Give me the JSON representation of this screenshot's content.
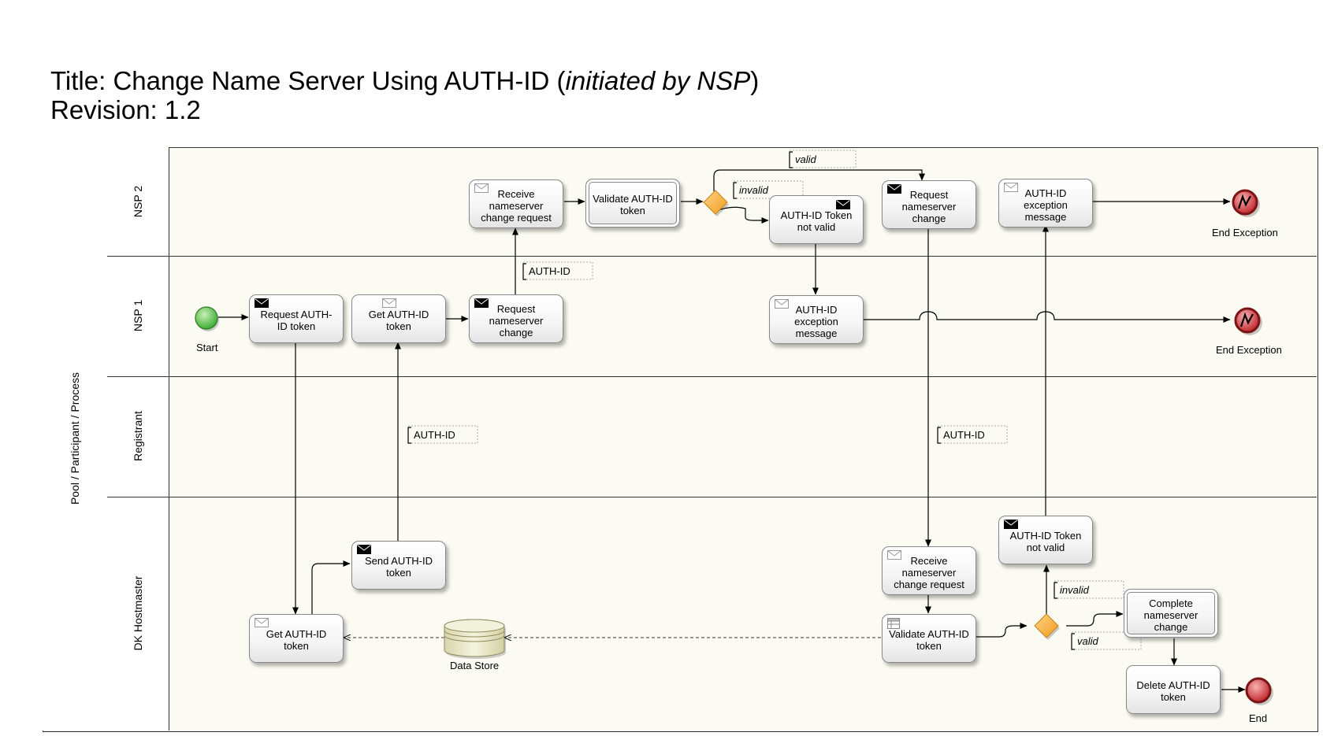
{
  "title": {
    "prefix": "Title: Change Name Server Using AUTH-ID (",
    "italic": "initiated by NSP",
    "suffix": ")",
    "revision": "Revision: 1.2"
  },
  "pool": {
    "label": "Pool / Participant / Process"
  },
  "lanes": {
    "nsp2": "NSP 2",
    "nsp1": "NSP 1",
    "registrant": "Registrant",
    "dk": "DK Hostmaster"
  },
  "tasks": {
    "request_token": "Request AUTH-ID token",
    "get_token_nsp1": "Get AUTH-ID token",
    "request_change_nsp1": "Request nameserver change",
    "receive_request_nsp2": "Receive nameserver change request",
    "validate_nsp2": "Validate AUTH-ID token",
    "not_valid_nsp2": "AUTH-ID Token not valid",
    "request_change_nsp2": "Request nameserver change",
    "exception_msg_nsp2": "AUTH-ID exception message",
    "exception_msg_nsp1": "AUTH-ID exception message",
    "get_token_dk": "Get AUTH-ID token",
    "send_token_dk": "Send AUTH-ID token",
    "receive_request_dk": "Receive nameserver change request",
    "validate_dk": "Validate AUTH-ID token",
    "not_valid_dk": "AUTH-ID Token not valid",
    "complete_change": "Complete nameserver change",
    "delete_token": "Delete AUTH-ID token"
  },
  "events": {
    "start": "Start",
    "end_exception_nsp2": "End Exception",
    "end_exception_nsp1": "End Exception",
    "end": "End",
    "data_store": "Data Store"
  },
  "annotations": {
    "valid_top": "valid",
    "invalid_top": "invalid",
    "authid_nsp1": "AUTH-ID",
    "authid_left": "AUTH-ID",
    "authid_right": "AUTH-ID",
    "invalid_dk": "invalid",
    "valid_dk": "valid"
  },
  "colors": {
    "start_event": "#3fae35",
    "end_event": "#c0282d",
    "gateway": "#f5a623",
    "lane_fill": "#fbfbf3",
    "data_store": "#e6e4c2"
  }
}
